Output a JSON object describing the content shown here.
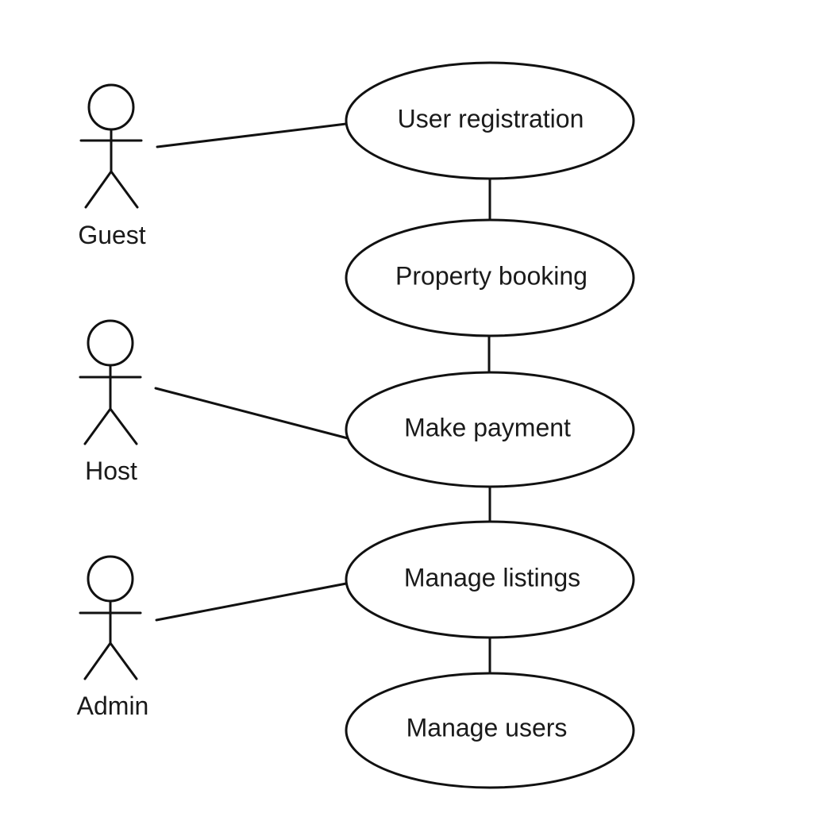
{
  "actors": [
    {
      "id": "guest",
      "label": "Guest"
    },
    {
      "id": "host",
      "label": "Host"
    },
    {
      "id": "admin",
      "label": "Admin"
    }
  ],
  "use_cases": [
    {
      "id": "user-registration",
      "label": "User registration"
    },
    {
      "id": "property-booking",
      "label": "Property booking"
    },
    {
      "id": "make-payment",
      "label": "Make payment"
    },
    {
      "id": "manage-listings",
      "label": "Manage listings"
    },
    {
      "id": "manage-users",
      "label": "Manage users"
    }
  ],
  "associations": [
    {
      "from": "guest",
      "to": "user-registration"
    },
    {
      "from": "host",
      "to": "make-payment"
    },
    {
      "from": "admin",
      "to": "manage-listings"
    },
    {
      "from": "user-registration",
      "to": "property-booking"
    },
    {
      "from": "property-booking",
      "to": "make-payment"
    },
    {
      "from": "make-payment",
      "to": "manage-listings"
    },
    {
      "from": "manage-listings",
      "to": "manage-users"
    }
  ],
  "colors": {
    "stroke": "#111111",
    "text": "#1a1a1a",
    "background": "#ffffff"
  }
}
